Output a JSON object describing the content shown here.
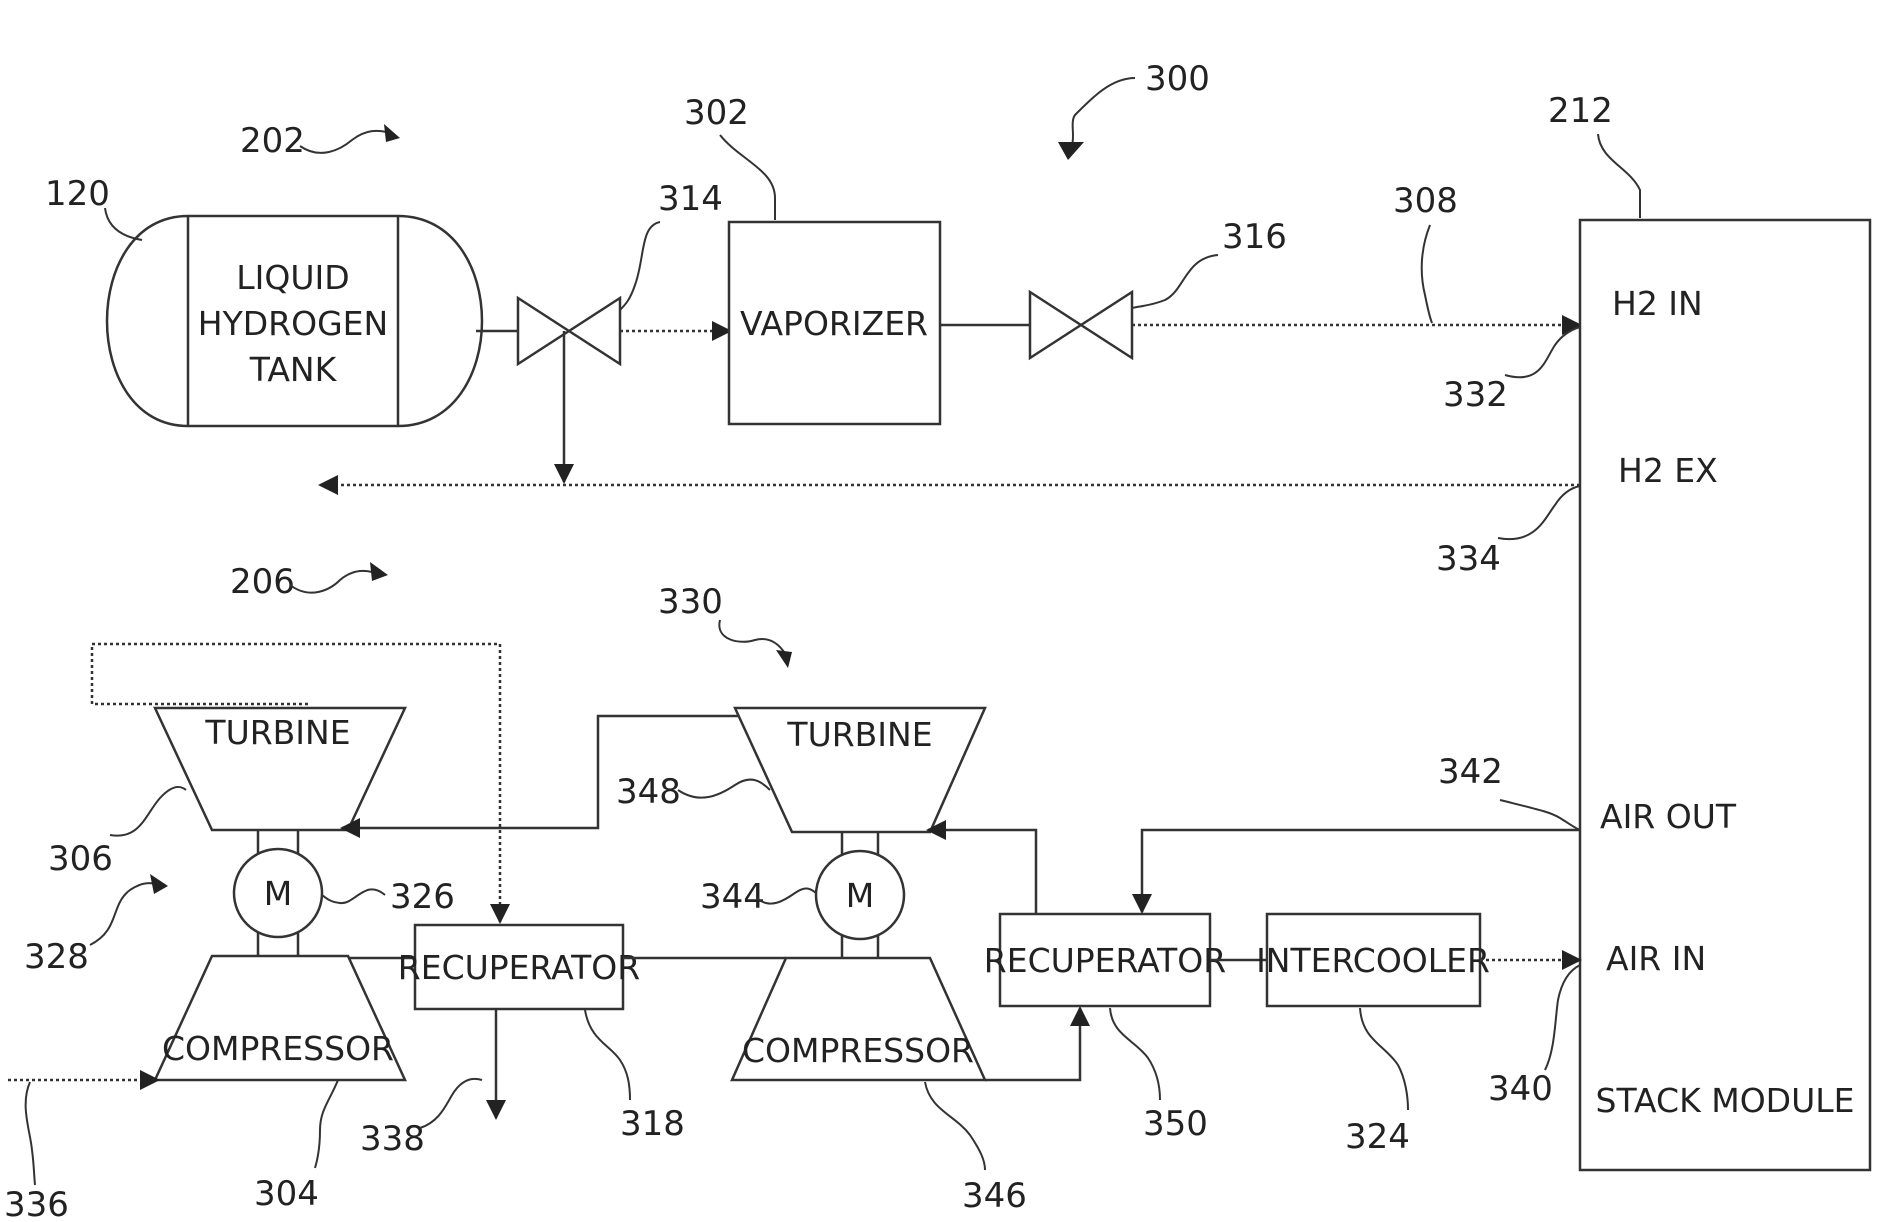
{
  "components": {
    "tank": [
      "LIQUID",
      "HYDROGEN",
      "TANK"
    ],
    "vaporizer": "VAPORIZER",
    "stack_module": "STACK MODULE",
    "h2_in": "H2 IN",
    "h2_ex": "H2 EX",
    "air_out": "AIR OUT",
    "air_in": "AIR IN",
    "turbine_left": "TURBINE",
    "turbine_right": "TURBINE",
    "compressor_left": "COMPRESSOR",
    "compressor_right": "COMPRESSOR",
    "motor_left": "M",
    "motor_right": "M",
    "recuperator_left": "RECUPERATOR",
    "recuperator_right": "RECUPERATOR",
    "intercooler": "INTERCOOLER"
  },
  "refs": {
    "r120": "120",
    "r202": "202",
    "r302": "302",
    "r314": "314",
    "r300": "300",
    "r212": "212",
    "r308": "308",
    "r316": "316",
    "r332": "332",
    "r334": "334",
    "r206": "206",
    "r330": "330",
    "r342": "342",
    "r348": "348",
    "r306": "306",
    "r326": "326",
    "r344": "344",
    "r328": "328",
    "r338": "338",
    "r318": "318",
    "r350": "350",
    "r324": "324",
    "r340": "340",
    "r304": "304",
    "r346": "346",
    "r336": "336"
  }
}
